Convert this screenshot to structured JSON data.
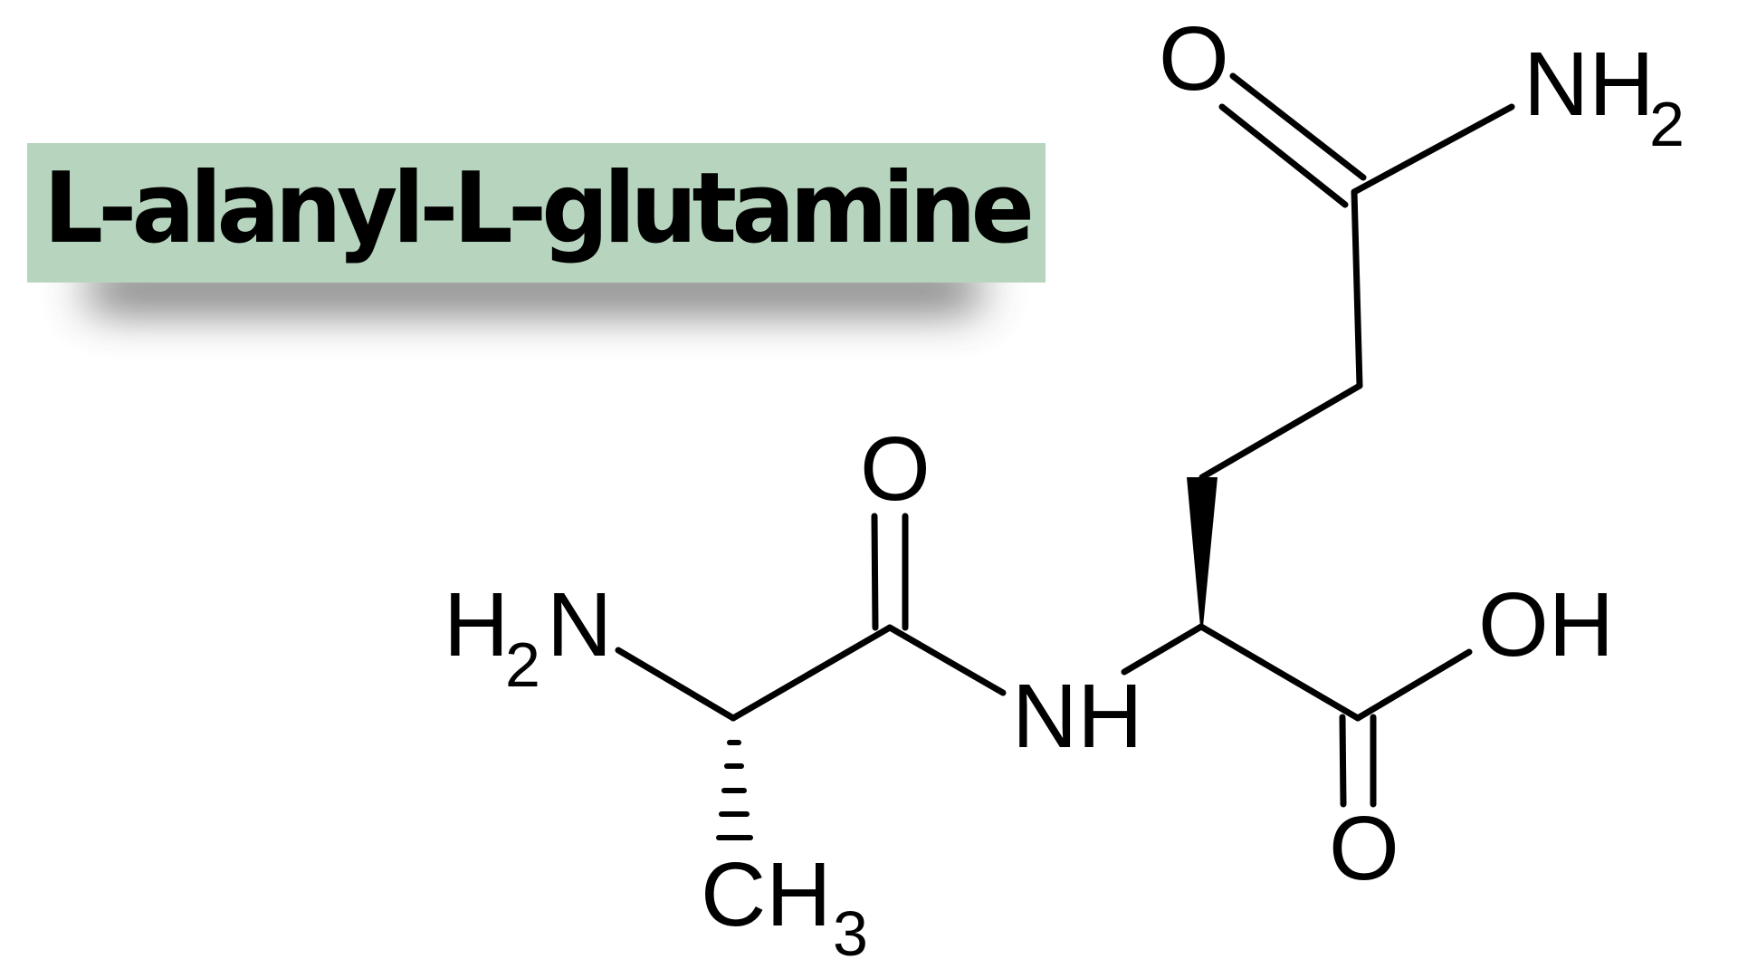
{
  "title": {
    "text": "L-alanyl-L-glutamine",
    "background_color": "#b7d5be",
    "text_color": "#000000"
  },
  "molecule": {
    "name": "L-alanyl-L-glutamine",
    "labels": {
      "amide_top_oxygen": "O",
      "amide_nh2": {
        "main": "NH",
        "sub": "2"
      },
      "peptide_oxygen": "O",
      "amine_n": {
        "pre": "H",
        "sub": "2",
        "post": "N"
      },
      "peptide_nh": "NH",
      "hydroxyl": "OH",
      "carboxyl_oxygen": "O",
      "methyl": {
        "main": "CH",
        "sub": "3"
      }
    },
    "bond_color": "#000000"
  }
}
